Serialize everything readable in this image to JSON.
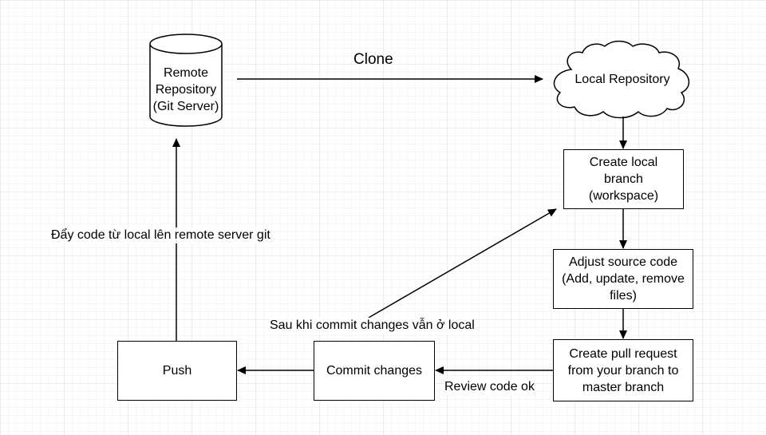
{
  "nodes": {
    "remote_repository": "Remote\nRepository\n(Git Server)",
    "local_repository": "Local Repository",
    "create_local_branch": "Create local\nbranch\n(workspace)",
    "adjust_source_code": "Adjust source code\n(Add, update, remove\nfiles)",
    "create_pull_request": "Create pull request\nfrom your branch to\nmaster branch",
    "commit_changes": "Commit changes",
    "push": "Push"
  },
  "edge_labels": {
    "clone": "Clone",
    "push_to_remote": "Đẩy code từ local lên remote server git",
    "after_commit": "Sau khi commit changes vẫn ở local",
    "review_ok": "Review code ok"
  }
}
